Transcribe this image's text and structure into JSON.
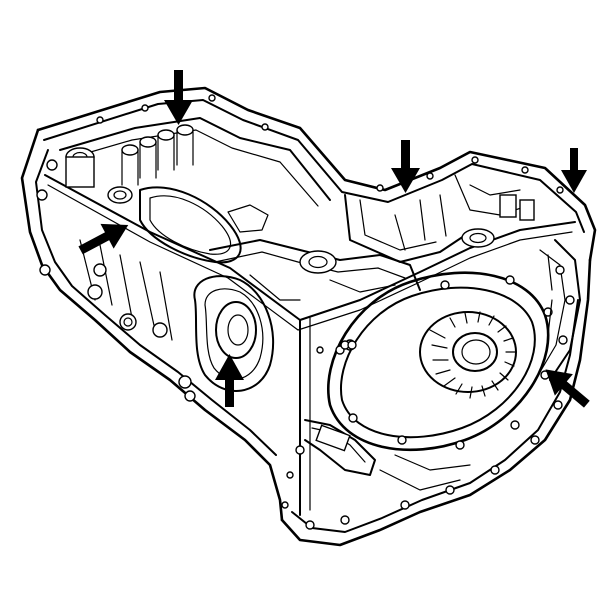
{
  "figure": {
    "subject": "transaxle-case-line-drawing",
    "background": "#ffffff",
    "ink": "#000000"
  },
  "arrows": [
    {
      "id": "top-left",
      "direction": "down"
    },
    {
      "id": "left",
      "direction": "right"
    },
    {
      "id": "center-bottom",
      "direction": "up"
    },
    {
      "id": "top-center",
      "direction": "down"
    },
    {
      "id": "top-right",
      "direction": "down"
    },
    {
      "id": "right",
      "direction": "up-left"
    }
  ]
}
